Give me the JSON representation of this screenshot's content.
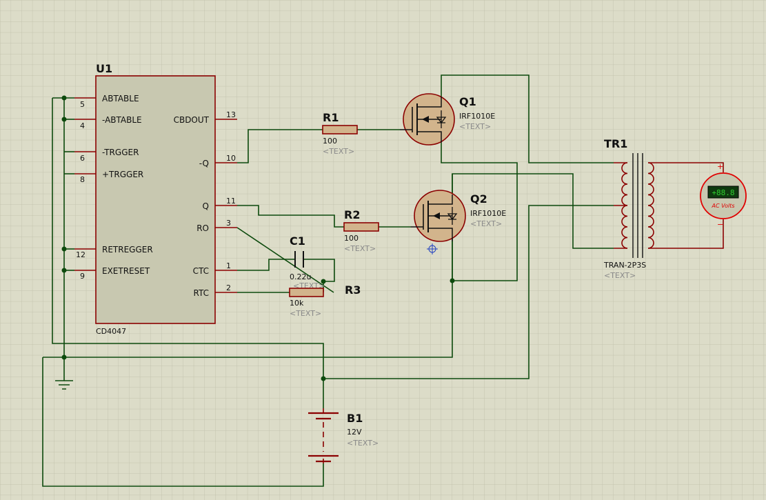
{
  "u1": {
    "ref": "U1",
    "part": "CD4047",
    "pins": {
      "abtable": "ABTABLE",
      "abtable_n": "-ABTABLE",
      "trgger_n": "-TRGGER",
      "trgger_p": "+TRGGER",
      "retrigger": "RETREGGER",
      "extreset": "EXETRESET",
      "cbdout": "CBDOUT",
      "q_n": "-Q",
      "q": "Q",
      "ro": "RO",
      "ctc": "CTC",
      "rtc": "RTC"
    },
    "pin_numbers": {
      "abtable": "5",
      "abtable_n": "4",
      "trgger_n": "6",
      "trgger_p": "8",
      "retrigger": "12",
      "extreset": "9",
      "cbdout": "13",
      "q_n": "10",
      "q": "11",
      "ro": "3",
      "ctc": "1",
      "rtc": "2"
    }
  },
  "r1": {
    "ref": "R1",
    "value": "100",
    "text": "<TEXT>"
  },
  "r2": {
    "ref": "R2",
    "value": "100",
    "text": "<TEXT>"
  },
  "r3": {
    "ref": "R3",
    "value": "10k",
    "text": "<TEXT>"
  },
  "c1": {
    "ref": "C1",
    "value": "0.22u",
    "text": "<TEXT>"
  },
  "q1": {
    "ref": "Q1",
    "part": "IRF1010E",
    "text": "<TEXT>"
  },
  "q2": {
    "ref": "Q2",
    "part": "IRF1010E",
    "text": "<TEXT>"
  },
  "tr1": {
    "ref": "TR1",
    "part": "TRAN-2P3S",
    "text": "<TEXT>"
  },
  "b1": {
    "ref": "B1",
    "value": "12V",
    "text": "<TEXT>"
  },
  "meter": {
    "display": "+88.8",
    "label": "AC Volts",
    "plus": "+",
    "minus": "−"
  },
  "colors": {
    "background": "#dcdcc8",
    "grid": "#c3c3ae",
    "wire": "#0d4a0d",
    "component": "#8b0000",
    "ic_fill": "#c8c8b0",
    "meter_display": "#0f3a0f"
  }
}
